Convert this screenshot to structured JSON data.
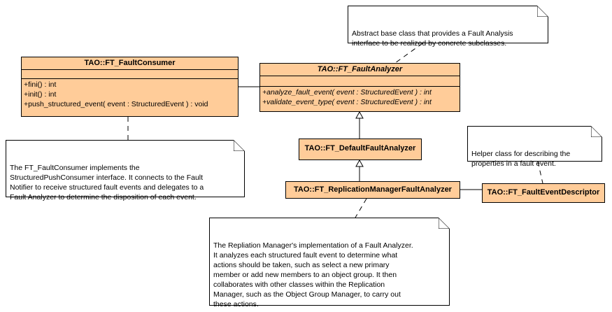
{
  "classes": {
    "fault_consumer": {
      "name": "TAO::FT_FaultConsumer",
      "operations": [
        "+fini() : int",
        "+init() : int",
        "+push_structured_event( event : StructuredEvent ) : void"
      ]
    },
    "fault_analyzer": {
      "name": "TAO::FT_FaultAnalyzer",
      "operations": [
        "+analyze_fault_event( event : StructuredEvent ) : int",
        "+validate_event_type( event : StructuredEvent ) : int"
      ]
    },
    "default_fault_analyzer": {
      "name": "TAO::FT_DefaultFaultAnalyzer"
    },
    "replication_manager_fault_analyzer": {
      "name": "TAO::FT_ReplicationManagerFaultAnalyzer"
    },
    "fault_event_descriptor": {
      "name": "TAO::FT_FaultEventDescriptor"
    }
  },
  "notes": {
    "analyzer_note": "Abstract base class that provides a Fault Analysis\ninterface to be realized by concrete subclasses.",
    "consumer_note": "The FT_FaultConsumer implements the\nStructuredPushConsumer interface.  It connects to the Fault\nNotifier to receive structured fault events and delegates to a\nFault Analyzer to determine the disposition of each event.",
    "descriptor_note": "Helper class for describing the\nproperties in a fault event.",
    "repmgr_note": "The Repliation Manager's implementation of a Fault Analyzer.\nIt analyzes each structured fault event to determine what\nactions should be taken, such as select a new primary\nmember or add new members to an object group.  It then\ncollaborates with other classes within the Replication\nManager, such as the Object Group Manager, to carry out\nthese actions."
  },
  "colors": {
    "class_fill": "#ffcc99",
    "line": "#000000",
    "note_fill": "#ffffff"
  }
}
